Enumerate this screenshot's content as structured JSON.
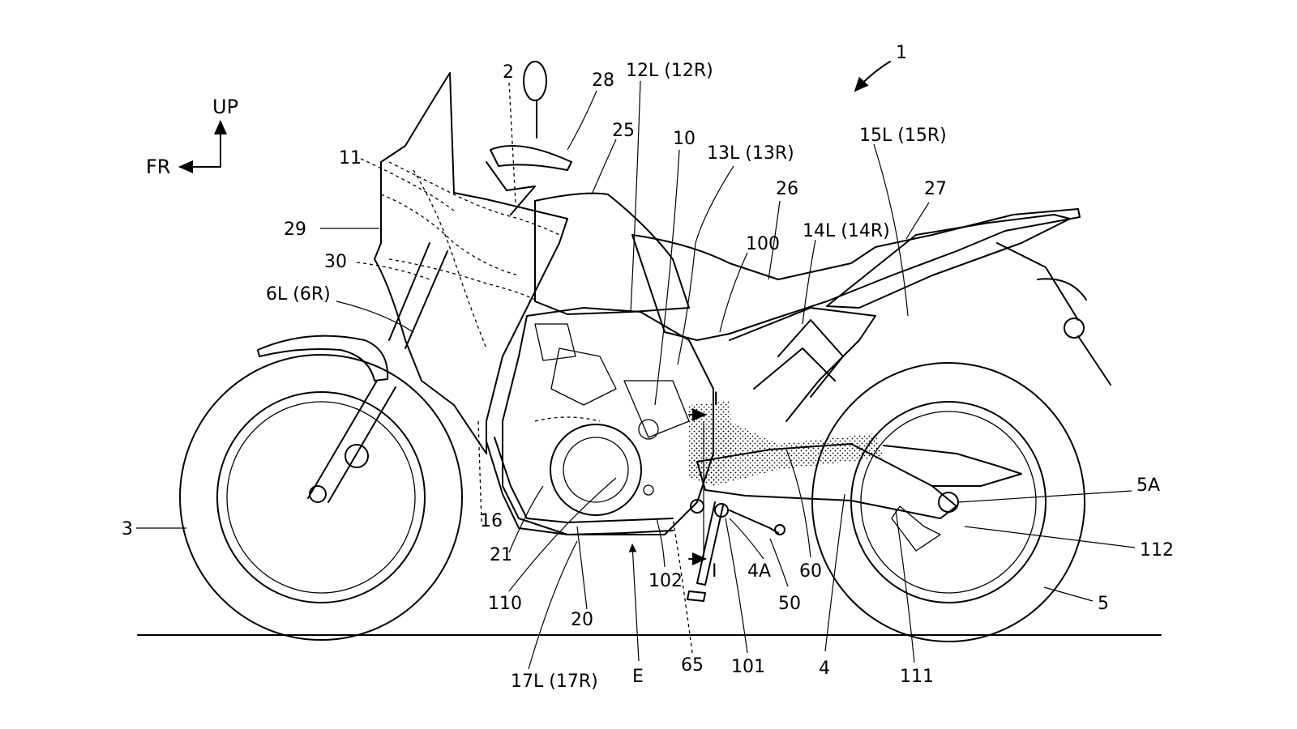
{
  "figure": {
    "reference": "1",
    "direction": {
      "up": "UP",
      "front": "FR"
    },
    "labels": [
      {
        "id": "l-2",
        "text": "2"
      },
      {
        "id": "l-28",
        "text": "28"
      },
      {
        "id": "l-12",
        "text": "12L (12R)"
      },
      {
        "id": "l-25",
        "text": "25"
      },
      {
        "id": "l-10",
        "text": "10"
      },
      {
        "id": "l-13",
        "text": "13L (13R)"
      },
      {
        "id": "l-15",
        "text": "15L (15R)"
      },
      {
        "id": "l-11",
        "text": "11"
      },
      {
        "id": "l-26",
        "text": "26"
      },
      {
        "id": "l-27",
        "text": "27"
      },
      {
        "id": "l-29",
        "text": "29"
      },
      {
        "id": "l-100",
        "text": "100"
      },
      {
        "id": "l-14",
        "text": "14L (14R)"
      },
      {
        "id": "l-30",
        "text": "30"
      },
      {
        "id": "l-6",
        "text": "6L (6R)"
      },
      {
        "id": "l-i-top",
        "text": "I"
      },
      {
        "id": "l-5a",
        "text": "5A"
      },
      {
        "id": "l-3",
        "text": "3"
      },
      {
        "id": "l-16",
        "text": "16"
      },
      {
        "id": "l-112",
        "text": "112"
      },
      {
        "id": "l-21",
        "text": "21"
      },
      {
        "id": "l-4a",
        "text": "4A"
      },
      {
        "id": "l-60",
        "text": "60"
      },
      {
        "id": "l-i-bot",
        "text": "I"
      },
      {
        "id": "l-102",
        "text": "102"
      },
      {
        "id": "l-5",
        "text": "5"
      },
      {
        "id": "l-110",
        "text": "110"
      },
      {
        "id": "l-50",
        "text": "50"
      },
      {
        "id": "l-20",
        "text": "20"
      },
      {
        "id": "l-65",
        "text": "65"
      },
      {
        "id": "l-101",
        "text": "101"
      },
      {
        "id": "l-4",
        "text": "4"
      },
      {
        "id": "l-111",
        "text": "111"
      },
      {
        "id": "l-17",
        "text": "17L (17R)"
      },
      {
        "id": "l-e",
        "text": "E"
      }
    ]
  }
}
